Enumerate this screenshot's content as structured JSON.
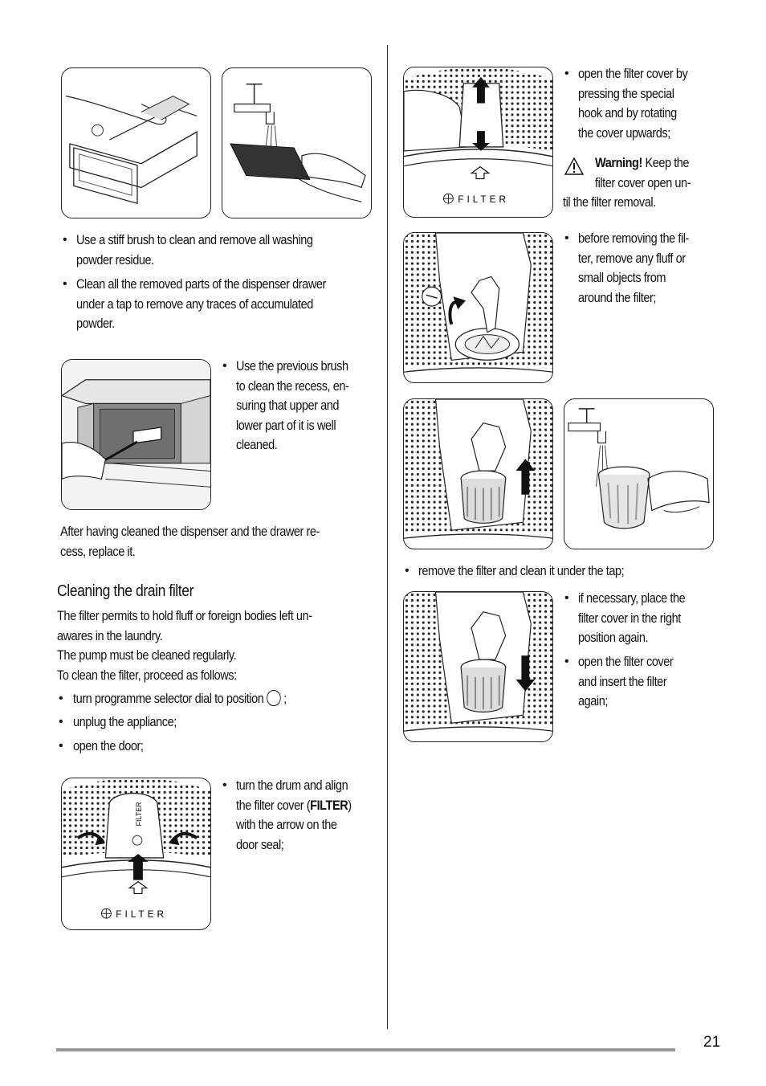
{
  "left_column": {
    "drawer_bullets": [
      [
        "Use a stiff brush to clean and remove all washing",
        "powder residue."
      ],
      [
        "Clean all the removed parts of the dispenser drawer",
        "under a tap to remove any traces of accumulated",
        "powder."
      ]
    ],
    "recess_bullet": [
      "Use the previous brush",
      "to clean the recess, en-",
      "suring that upper and",
      "lower part of it is well",
      "cleaned."
    ],
    "after_text": [
      "After having cleaned the dispenser and the drawer re-",
      "cess, replace it."
    ],
    "heading": "Cleaning the drain filter",
    "intro": [
      "The filter permits to hold fluff or foreign bodies left un-",
      "awares in the laundry.",
      "The pump must be cleaned regularly.",
      "To clean the filter, proceed as follows:"
    ],
    "steps": {
      "dial_before": "turn programme selector dial to position",
      "dial_after": ";",
      "unplug": "unplug the appliance;",
      "open_door": "open the door;"
    },
    "align_bullet": {
      "line1": "turn the drum and align",
      "line2_before": "the filter cover (",
      "line2_bold": "FILTER",
      "line2_after": ")",
      "line3": "with the arrow on the",
      "line4": "door seal;"
    }
  },
  "right_column": {
    "open_cover_bullet": [
      "open the filter cover by",
      "pressing the special",
      "hook and by rotating",
      "the cover upwards;"
    ],
    "warning": {
      "label": "Warning!",
      "line1_rest": " Keep the",
      "line2": "filter cover open un-",
      "line3": "til the filter removal."
    },
    "fluff_bullet": [
      "before removing the fil-",
      "ter, remove any fluff or",
      "small objects from",
      "around the filter;"
    ],
    "remove_bullet": "remove the filter and clean it under the tap;",
    "replace_bullet": [
      "if necessary, place the",
      "filter cover in the right",
      "position again."
    ],
    "insert_bullet": [
      "open the filter cover",
      "and insert the filter",
      "again;"
    ]
  },
  "figure_labels": {
    "filter_word": "FILTER",
    "filter_spaced": "FILTER"
  },
  "footer": {
    "page_number": "21"
  }
}
